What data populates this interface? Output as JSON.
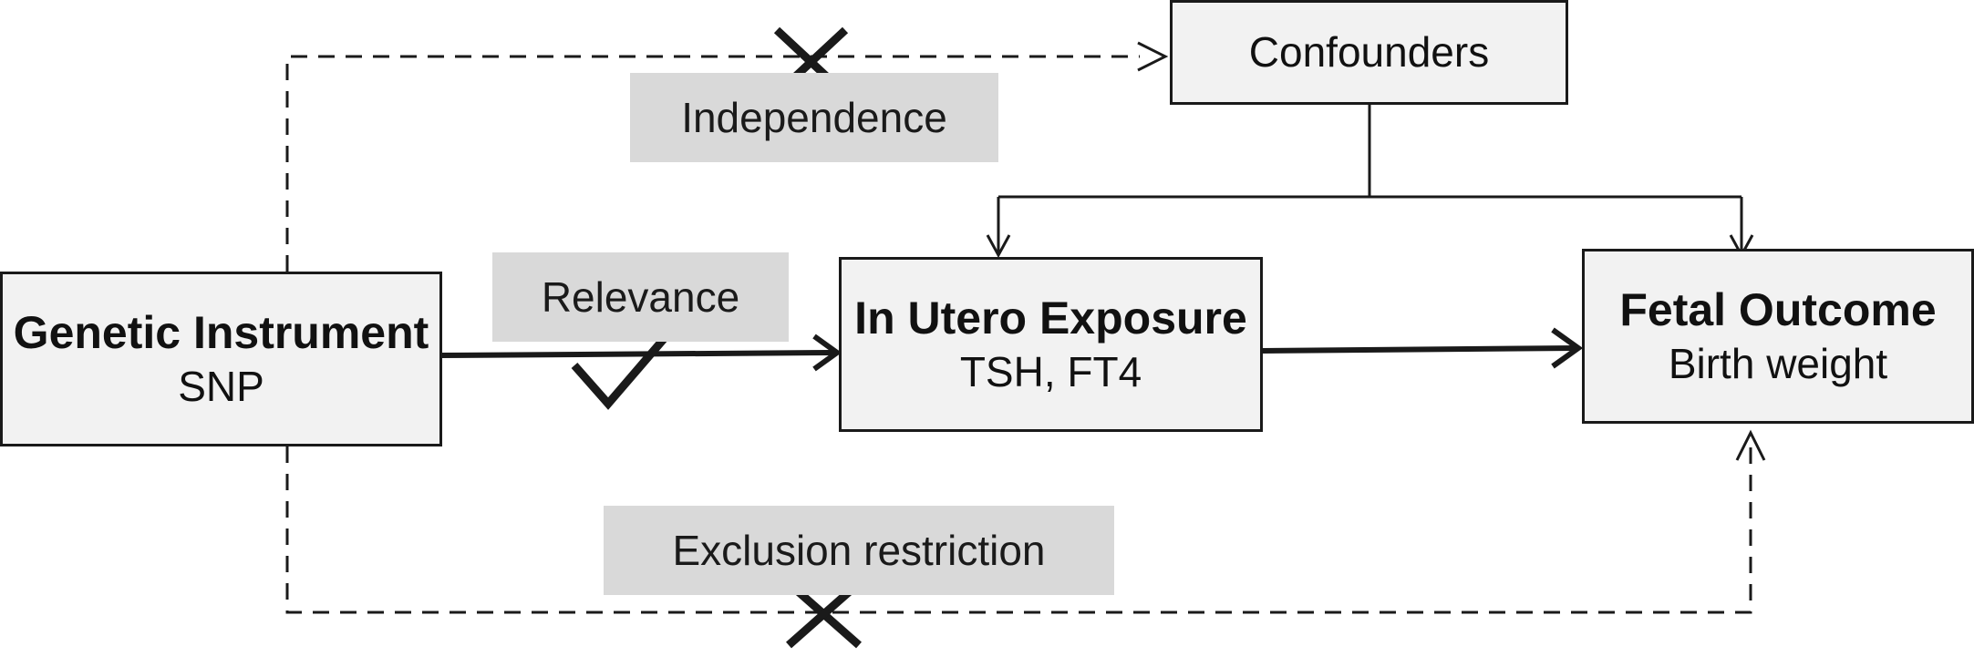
{
  "nodes": {
    "confounders": {
      "label": "Confounders"
    },
    "instrument": {
      "title": "Genetic Instrument",
      "subtitle": "SNP"
    },
    "exposure": {
      "title": "In Utero Exposure",
      "subtitle": "TSH, FT4"
    },
    "outcome": {
      "title": "Fetal Outcome",
      "subtitle": "Birth weight"
    }
  },
  "assumptions": {
    "independence": {
      "label": "Independence",
      "status": "violated-mark"
    },
    "relevance": {
      "label": "Relevance",
      "status": "satisfied-mark"
    },
    "exclusion": {
      "label": "Exclusion restriction",
      "status": "violated-mark"
    }
  },
  "icons": {
    "check": "check-mark-icon",
    "cross": "cross-mark-icon"
  },
  "colors": {
    "box_fill": "#f2f2f2",
    "label_fill": "#d9d9d9",
    "line": "#1a1a1a"
  }
}
